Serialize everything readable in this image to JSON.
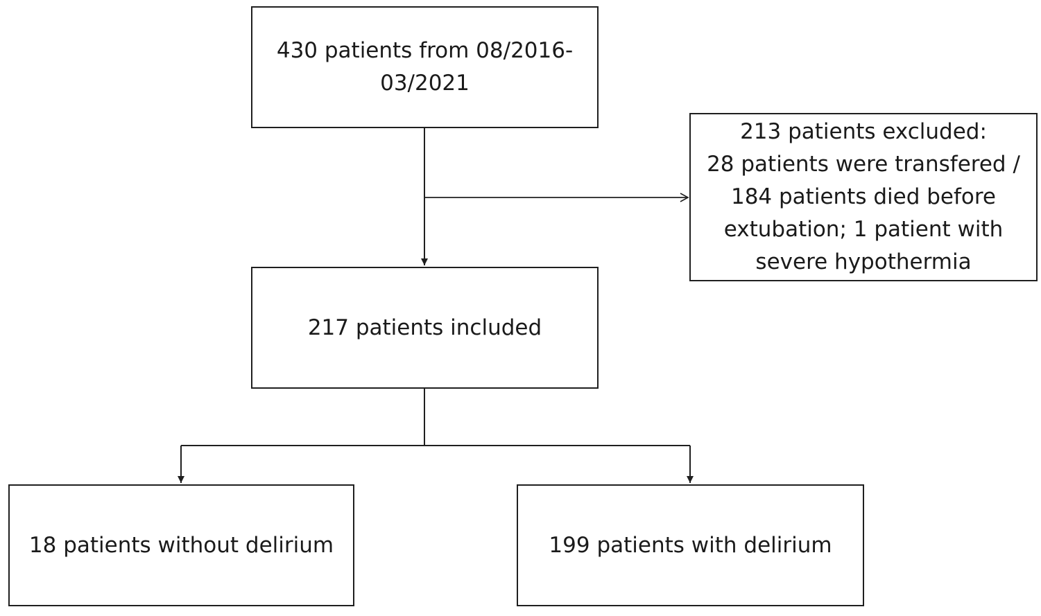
{
  "flowchart": {
    "start": {
      "text": "430 patients from 08/2016-03/2021"
    },
    "excluded": {
      "lines": [
        "213 patients excluded:",
        "28 patients were transfered /",
        "184 patients died before",
        "extubation; 1 patient with",
        "severe hypothermia"
      ]
    },
    "included": {
      "text": "217 patients included"
    },
    "without_delirium": {
      "text": "18 patients without delirium"
    },
    "with_delirium": {
      "text": "199 patients with delirium"
    }
  }
}
